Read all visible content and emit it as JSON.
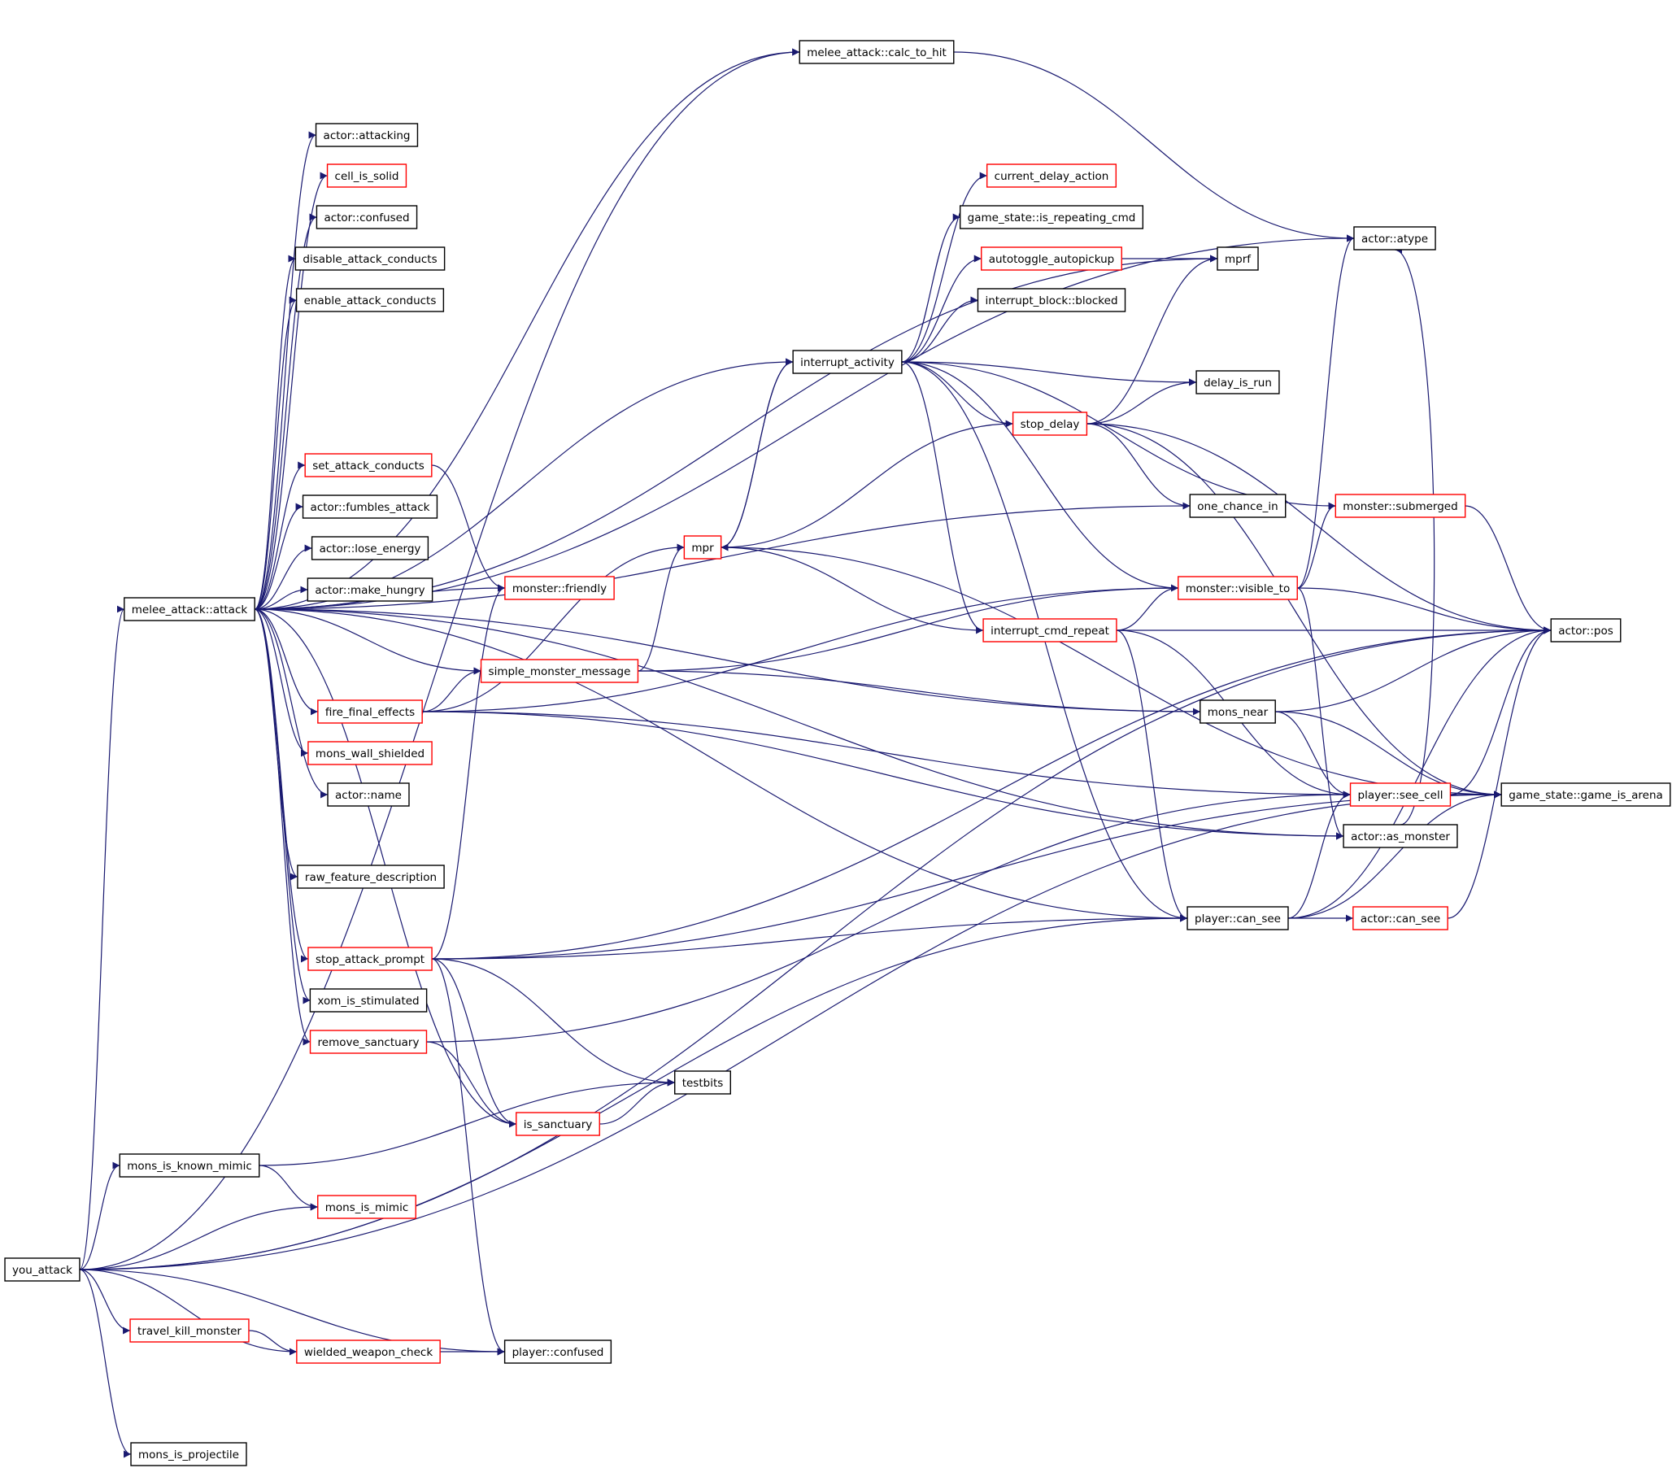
{
  "colors": {
    "edge": "#191970",
    "border_linked": "#ff0000",
    "border_plain": "#000000",
    "fill_root": "#bfbfbf",
    "fill_default": "#ffffff"
  },
  "nodes": [
    {
      "id": "you_attack",
      "label": "you_attack",
      "style": "root"
    },
    {
      "id": "melee_attack_attack",
      "label": "melee_attack::attack",
      "style": "plain"
    },
    {
      "id": "melee_attack_calc_to_hit",
      "label": "melee_attack::calc_to_hit",
      "style": "plain"
    },
    {
      "id": "actor_attacking",
      "label": "actor::attacking",
      "style": "plain"
    },
    {
      "id": "cell_is_solid",
      "label": "cell_is_solid",
      "style": "linked"
    },
    {
      "id": "actor_confused",
      "label": "actor::confused",
      "style": "plain"
    },
    {
      "id": "disable_attack_conducts",
      "label": "disable_attack_conducts",
      "style": "plain"
    },
    {
      "id": "enable_attack_conducts",
      "label": "enable_attack_conducts",
      "style": "plain"
    },
    {
      "id": "set_attack_conducts",
      "label": "set_attack_conducts",
      "style": "linked"
    },
    {
      "id": "actor_fumbles_attack",
      "label": "actor::fumbles_attack",
      "style": "plain"
    },
    {
      "id": "actor_lose_energy",
      "label": "actor::lose_energy",
      "style": "plain"
    },
    {
      "id": "actor_make_hungry",
      "label": "actor::make_hungry",
      "style": "plain"
    },
    {
      "id": "fire_final_effects",
      "label": "fire_final_effects",
      "style": "linked"
    },
    {
      "id": "mons_wall_shielded",
      "label": "mons_wall_shielded",
      "style": "linked"
    },
    {
      "id": "actor_name",
      "label": "actor::name",
      "style": "plain"
    },
    {
      "id": "raw_feature_description",
      "label": "raw_feature_description",
      "style": "plain"
    },
    {
      "id": "stop_attack_prompt",
      "label": "stop_attack_prompt",
      "style": "linked"
    },
    {
      "id": "xom_is_stimulated",
      "label": "xom_is_stimulated",
      "style": "plain"
    },
    {
      "id": "remove_sanctuary",
      "label": "remove_sanctuary",
      "style": "linked"
    },
    {
      "id": "mons_is_known_mimic",
      "label": "mons_is_known_mimic",
      "style": "plain"
    },
    {
      "id": "mons_is_mimic",
      "label": "mons_is_mimic",
      "style": "linked"
    },
    {
      "id": "travel_kill_monster",
      "label": "travel_kill_monster",
      "style": "linked"
    },
    {
      "id": "wielded_weapon_check",
      "label": "wielded_weapon_check",
      "style": "linked"
    },
    {
      "id": "player_confused",
      "label": "player::confused",
      "style": "plain"
    },
    {
      "id": "mons_is_projectile",
      "label": "mons_is_projectile",
      "style": "plain"
    },
    {
      "id": "monster_friendly",
      "label": "monster::friendly",
      "style": "linked"
    },
    {
      "id": "simple_monster_message",
      "label": "simple_monster_message",
      "style": "linked"
    },
    {
      "id": "mpr",
      "label": "mpr",
      "style": "linked"
    },
    {
      "id": "testbits",
      "label": "testbits",
      "style": "plain"
    },
    {
      "id": "is_sanctuary",
      "label": "is_sanctuary",
      "style": "linked"
    },
    {
      "id": "current_delay_action",
      "label": "current_delay_action",
      "style": "linked"
    },
    {
      "id": "game_state_is_repeating_cmd",
      "label": "game_state::is_repeating_cmd",
      "style": "plain"
    },
    {
      "id": "autotoggle_autopickup",
      "label": "autotoggle_autopickup",
      "style": "linked"
    },
    {
      "id": "interrupt_block_blocked",
      "label": "interrupt_block::blocked",
      "style": "plain"
    },
    {
      "id": "interrupt_activity",
      "label": "interrupt_activity",
      "style": "plain"
    },
    {
      "id": "stop_delay",
      "label": "stop_delay",
      "style": "linked"
    },
    {
      "id": "interrupt_cmd_repeat",
      "label": "interrupt_cmd_repeat",
      "style": "linked"
    },
    {
      "id": "mprf",
      "label": "mprf",
      "style": "plain"
    },
    {
      "id": "delay_is_run",
      "label": "delay_is_run",
      "style": "plain"
    },
    {
      "id": "one_chance_in",
      "label": "one_chance_in",
      "style": "plain"
    },
    {
      "id": "monster_visible_to",
      "label": "monster::visible_to",
      "style": "linked"
    },
    {
      "id": "mons_near",
      "label": "mons_near",
      "style": "plain"
    },
    {
      "id": "player_can_see",
      "label": "player::can_see",
      "style": "plain"
    },
    {
      "id": "actor_atype",
      "label": "actor::atype",
      "style": "plain"
    },
    {
      "id": "monster_submerged",
      "label": "monster::submerged",
      "style": "linked"
    },
    {
      "id": "player_see_cell",
      "label": "player::see_cell",
      "style": "linked"
    },
    {
      "id": "actor_as_monster",
      "label": "actor::as_monster",
      "style": "plain"
    },
    {
      "id": "actor_can_see",
      "label": "actor::can_see",
      "style": "linked"
    },
    {
      "id": "actor_pos",
      "label": "actor::pos",
      "style": "plain"
    },
    {
      "id": "game_state_game_is_arena",
      "label": "game_state::game_is_arena",
      "style": "plain"
    }
  ],
  "edges": [
    [
      "you_attack",
      "melee_attack_attack"
    ],
    [
      "you_attack",
      "melee_attack_calc_to_hit"
    ],
    [
      "you_attack",
      "actor_pos"
    ],
    [
      "you_attack",
      "mons_is_known_mimic"
    ],
    [
      "you_attack",
      "mons_is_mimic"
    ],
    [
      "you_attack",
      "player_can_see"
    ],
    [
      "you_attack",
      "game_state_game_is_arena"
    ],
    [
      "you_attack",
      "travel_kill_monster"
    ],
    [
      "you_attack",
      "wielded_weapon_check"
    ],
    [
      "you_attack",
      "player_confused"
    ],
    [
      "you_attack",
      "mons_is_projectile"
    ],
    [
      "melee_attack_attack",
      "melee_attack_calc_to_hit"
    ],
    [
      "melee_attack_attack",
      "actor_attacking"
    ],
    [
      "melee_attack_attack",
      "cell_is_solid"
    ],
    [
      "melee_attack_attack",
      "actor_confused"
    ],
    [
      "melee_attack_attack",
      "disable_attack_conducts"
    ],
    [
      "melee_attack_attack",
      "enable_attack_conducts"
    ],
    [
      "melee_attack_attack",
      "set_attack_conducts"
    ],
    [
      "melee_attack_attack",
      "actor_fumbles_attack"
    ],
    [
      "melee_attack_attack",
      "actor_lose_energy"
    ],
    [
      "melee_attack_attack",
      "actor_make_hungry"
    ],
    [
      "melee_attack_attack",
      "fire_final_effects"
    ],
    [
      "melee_attack_attack",
      "mons_wall_shielded"
    ],
    [
      "melee_attack_attack",
      "actor_name"
    ],
    [
      "melee_attack_attack",
      "raw_feature_description"
    ],
    [
      "melee_attack_attack",
      "stop_attack_prompt"
    ],
    [
      "melee_attack_attack",
      "xom_is_stimulated"
    ],
    [
      "melee_attack_attack",
      "remove_sanctuary"
    ],
    [
      "melee_attack_attack",
      "monster_friendly"
    ],
    [
      "melee_attack_attack",
      "simple_monster_message"
    ],
    [
      "melee_attack_attack",
      "interrupt_activity"
    ],
    [
      "melee_attack_attack",
      "mprf"
    ],
    [
      "melee_attack_attack",
      "actor_atype"
    ],
    [
      "melee_attack_attack",
      "one_chance_in"
    ],
    [
      "melee_attack_attack",
      "mons_near"
    ],
    [
      "melee_attack_attack",
      "player_can_see"
    ],
    [
      "melee_attack_attack",
      "is_sanctuary"
    ],
    [
      "melee_attack_attack",
      "actor_as_monster"
    ],
    [
      "melee_attack_calc_to_hit",
      "actor_atype"
    ],
    [
      "set_attack_conducts",
      "monster_friendly"
    ],
    [
      "fire_final_effects",
      "mpr"
    ],
    [
      "fire_final_effects",
      "simple_monster_message"
    ],
    [
      "fire_final_effects",
      "monster_visible_to"
    ],
    [
      "fire_final_effects",
      "player_see_cell"
    ],
    [
      "fire_final_effects",
      "actor_as_monster"
    ],
    [
      "stop_attack_prompt",
      "monster_friendly"
    ],
    [
      "stop_attack_prompt",
      "player_can_see"
    ],
    [
      "stop_attack_prompt",
      "actor_pos"
    ],
    [
      "stop_attack_prompt",
      "game_state_game_is_arena"
    ],
    [
      "stop_attack_prompt",
      "testbits"
    ],
    [
      "stop_attack_prompt",
      "is_sanctuary"
    ],
    [
      "stop_attack_prompt",
      "player_confused"
    ],
    [
      "remove_sanctuary",
      "player_see_cell"
    ],
    [
      "remove_sanctuary",
      "is_sanctuary"
    ],
    [
      "mons_is_known_mimic",
      "mons_is_mimic"
    ],
    [
      "mons_is_known_mimic",
      "testbits"
    ],
    [
      "travel_kill_monster",
      "wielded_weapon_check"
    ],
    [
      "wielded_weapon_check",
      "player_confused"
    ],
    [
      "simple_monster_message",
      "mpr"
    ],
    [
      "simple_monster_message",
      "monster_visible_to"
    ],
    [
      "simple_monster_message",
      "mons_near"
    ],
    [
      "is_sanctuary",
      "testbits"
    ],
    [
      "mpr",
      "interrupt_activity"
    ],
    [
      "mpr",
      "game_state_game_is_arena"
    ],
    [
      "interrupt_activity",
      "current_delay_action"
    ],
    [
      "interrupt_activity",
      "game_state_is_repeating_cmd"
    ],
    [
      "interrupt_activity",
      "autotoggle_autopickup"
    ],
    [
      "interrupt_activity",
      "interrupt_block_blocked"
    ],
    [
      "interrupt_activity",
      "mpr"
    ],
    [
      "interrupt_activity",
      "delay_is_run"
    ],
    [
      "interrupt_activity",
      "stop_delay"
    ],
    [
      "interrupt_activity",
      "interrupt_cmd_repeat"
    ],
    [
      "interrupt_activity",
      "monster_visible_to"
    ],
    [
      "interrupt_activity",
      "monster_submerged"
    ],
    [
      "interrupt_activity",
      "player_can_see"
    ],
    [
      "autotoggle_autopickup",
      "mprf"
    ],
    [
      "stop_delay",
      "mprf"
    ],
    [
      "stop_delay",
      "delay_is_run"
    ],
    [
      "stop_delay",
      "one_chance_in"
    ],
    [
      "stop_delay",
      "mpr"
    ],
    [
      "stop_delay",
      "actor_pos"
    ],
    [
      "stop_delay",
      "game_state_game_is_arena"
    ],
    [
      "interrupt_cmd_repeat",
      "mpr"
    ],
    [
      "interrupt_cmd_repeat",
      "monster_visible_to"
    ],
    [
      "interrupt_cmd_repeat",
      "actor_pos"
    ],
    [
      "interrupt_cmd_repeat",
      "player_see_cell"
    ],
    [
      "interrupt_cmd_repeat",
      "player_can_see"
    ],
    [
      "monster_visible_to",
      "actor_atype"
    ],
    [
      "monster_visible_to",
      "monster_submerged"
    ],
    [
      "monster_visible_to",
      "actor_pos"
    ],
    [
      "monster_visible_to",
      "actor_as_monster"
    ],
    [
      "monster_submerged",
      "actor_pos"
    ],
    [
      "mons_near",
      "actor_pos"
    ],
    [
      "mons_near",
      "player_see_cell"
    ],
    [
      "mons_near",
      "game_state_game_is_arena"
    ],
    [
      "player_can_see",
      "player_see_cell"
    ],
    [
      "player_can_see",
      "actor_can_see"
    ],
    [
      "player_can_see",
      "actor_pos"
    ],
    [
      "player_can_see",
      "game_state_game_is_arena"
    ],
    [
      "player_see_cell",
      "actor_pos"
    ],
    [
      "player_see_cell",
      "game_state_game_is_arena"
    ],
    [
      "actor_can_see",
      "actor_pos"
    ],
    [
      "actor_as_monster",
      "actor_atype"
    ]
  ]
}
